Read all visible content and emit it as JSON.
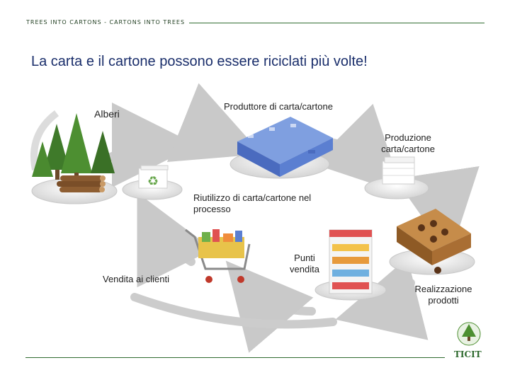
{
  "header": {
    "tagline": "TREES INTO CARTONS - CARTONS INTO TREES"
  },
  "title": "La carta e il cartone possono essere riciclati più volte!",
  "labels": {
    "alberi": "Alberi",
    "produttore": "Produttore di carta/cartone",
    "produzione": "Produzione carta/cartone",
    "riutilizzo": "Riutilizzo di carta/cartone nel processo",
    "punti_vendita": "Punti vendita",
    "vendita_clienti": "Vendita ai clienti",
    "realizzazione": "Realizzazione prodotti"
  },
  "logo": {
    "text": "TICIT"
  },
  "colors": {
    "arrow": "#c9c9c9",
    "title": "#1a2e6b",
    "rule": "#2f6b2f",
    "factory": "#5b7fd1",
    "tree": "#3f7a2a"
  }
}
